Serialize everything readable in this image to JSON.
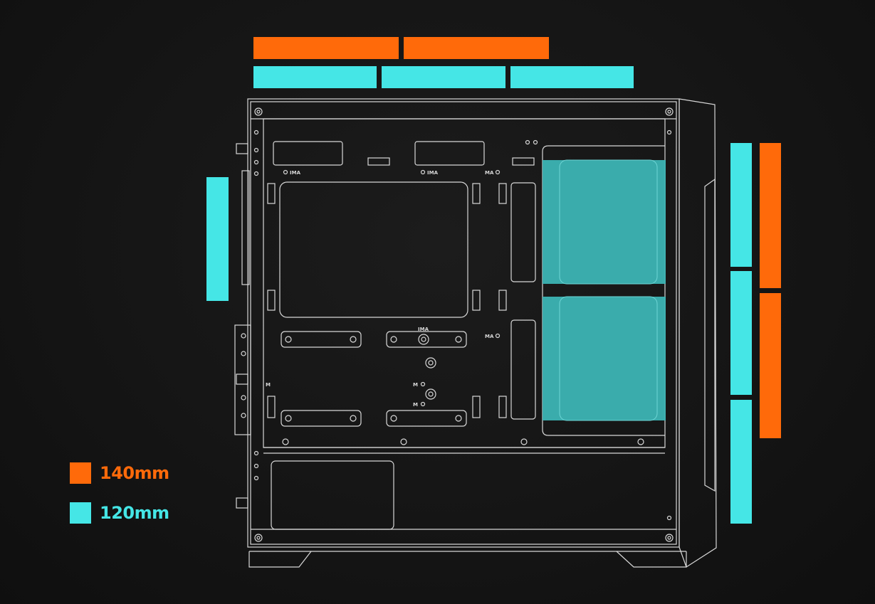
{
  "colors": {
    "fan_140": "#ff6a0a",
    "fan_120": "#45e6e6",
    "radiator_fill": "#3cb4b4",
    "line_art": "#d8d8d8",
    "background": "#141414"
  },
  "legend": {
    "items": [
      {
        "label": "140mm",
        "color": "#ff6a0a"
      },
      {
        "label": "120mm",
        "color": "#45e6e6"
      }
    ]
  },
  "case_labels": {
    "ima": "IMA",
    "ma": "MA",
    "m": "M"
  },
  "fan_support": {
    "top": {
      "fans_140": 2,
      "fans_120": 3
    },
    "rear": {
      "fans_120": 1
    },
    "front": {
      "fans_140": 2,
      "fans_120": 3
    },
    "side_bracket": {
      "radiators_120": 2
    }
  }
}
